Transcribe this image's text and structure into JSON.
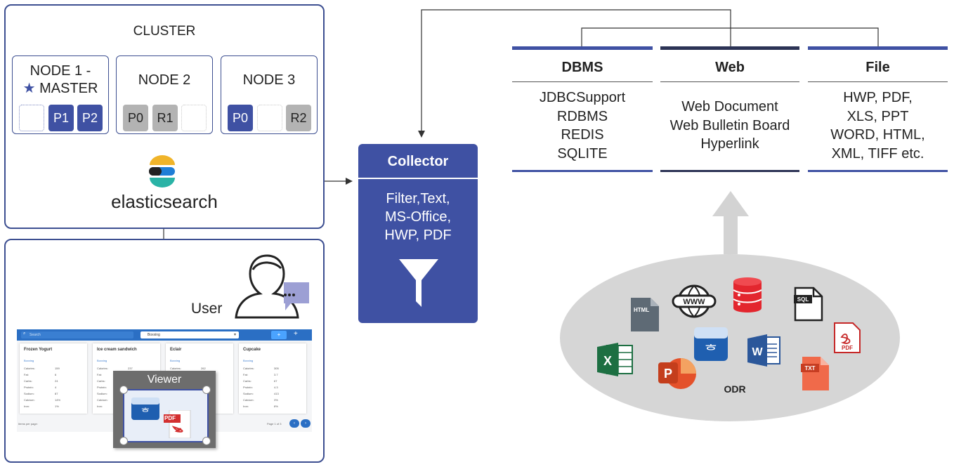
{
  "cluster": {
    "title": "CLUSTER",
    "nodes": [
      {
        "title_line1": "NODE 1 -",
        "title_line2": "MASTER",
        "shards": [
          "",
          "P1",
          "P2"
        ]
      },
      {
        "title_line1": "NODE 2",
        "shards": [
          "P0",
          "R1",
          ""
        ]
      },
      {
        "title_line1": "NODE 3",
        "shards": [
          "P0",
          "",
          "R2"
        ]
      }
    ],
    "engine_label": "elasticsearch"
  },
  "viewer_panel": {
    "user_label": "User",
    "viewer_label": "Viewer",
    "pdf_label": "PDF",
    "mock": {
      "search_placeholder": "Search",
      "select_value": "Boxxing",
      "add_label": "+",
      "cards": [
        {
          "title": "Frozen Yogurt",
          "sub": "Boxxing",
          "rows": [
            [
              "Calories:",
              "159"
            ],
            [
              "Fat:",
              "6"
            ],
            [
              "Carbs:",
              "24"
            ],
            [
              "Protein:",
              "4"
            ],
            [
              "Sodium:",
              "87"
            ],
            [
              "Calcium:",
              "14%"
            ],
            [
              "Iron:",
              "1%"
            ]
          ]
        },
        {
          "title": "Ice cream sandwich",
          "sub": "Boxxing",
          "rows": [
            [
              "Calories:",
              "237"
            ],
            [
              "Fat:",
              ""
            ],
            [
              "Carbs:",
              ""
            ],
            [
              "Protein:",
              ""
            ],
            [
              "Sodium:",
              ""
            ],
            [
              "Calcium:",
              ""
            ],
            [
              "Iron:",
              ""
            ]
          ]
        },
        {
          "title": "Eclair",
          "sub": "Boxxing",
          "rows": [
            [
              "Calories:",
              "262"
            ],
            [
              "Fat:",
              ""
            ],
            [
              "Carbs:",
              ""
            ],
            [
              "Protein:",
              ""
            ],
            [
              "Sodium:",
              ""
            ],
            [
              "Calcium:",
              ""
            ],
            [
              "Iron:",
              ""
            ]
          ]
        },
        {
          "title": "Cupcake",
          "sub": "Boxxing",
          "rows": [
            [
              "Calories:",
              "305"
            ],
            [
              "Fat:",
              "3.7"
            ],
            [
              "Carbs:",
              "67"
            ],
            [
              "Protein:",
              "4.3"
            ],
            [
              "Sodium:",
              "413"
            ],
            [
              "Calcium:",
              "3%"
            ],
            [
              "Iron:",
              "8%"
            ]
          ]
        }
      ],
      "items_per_page": "Items per page:",
      "page_info": "Page 1 of 3"
    }
  },
  "collector": {
    "title": "Collector",
    "formats_line1": "Filter,Text,",
    "formats_line2": "MS-Office,",
    "formats_line3": "HWP, PDF"
  },
  "sources": {
    "categories": [
      {
        "title": "DBMS",
        "lines": [
          "JDBCSupport",
          "RDBMS",
          "REDIS",
          "SQLITE"
        ]
      },
      {
        "title": "Web",
        "lines": [
          "Web Document",
          "Web Bulletin Board",
          "Hyperlink"
        ]
      },
      {
        "title": "File",
        "lines": [
          "HWP, PDF,",
          "XLS, PPT",
          "WORD, HTML,",
          "XML, TIFF etc."
        ]
      }
    ]
  },
  "odr": {
    "label": "ODR",
    "icon_labels": {
      "html": "HTML",
      "www": "WWW",
      "sql": "SQL",
      "pdf": "PDF",
      "txt": "TXT",
      "word": "W",
      "excel": "X",
      "ppt": "P"
    }
  },
  "colors": {
    "primary": "#3f51a3",
    "dark_bar": "#2c3355",
    "replica": "#b3b3b3",
    "ellipse": "#d6d6d6",
    "arrow_gray": "#d3d3d3"
  }
}
